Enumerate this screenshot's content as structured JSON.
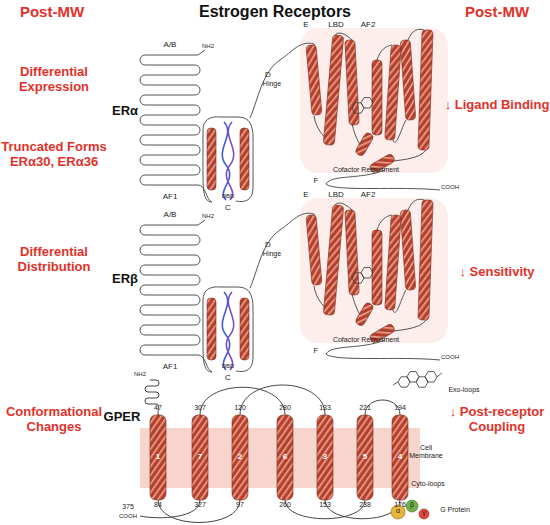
{
  "diagram": {
    "title": "Estrogen Receptors",
    "labels": [
      "Post-MW",
      "Post-MW",
      "Differential Expression",
      "Truncated Forms ERα30, ERα36",
      "ERα",
      "↓ Ligand Binding",
      "Differential Distribution",
      "ERβ",
      "↓ Sensitivity",
      "Conformational Changes",
      "GPER",
      "↓ Post-receptor Coupling",
      "A/B",
      "AF1",
      "C",
      "DBD",
      "D",
      "Hinge",
      "E",
      "LBD",
      "AF2",
      "F",
      "Cofactor Recruitment",
      "NH2",
      "COOH",
      "A/B",
      "AF1",
      "C",
      "DBD",
      "D",
      "Hinge",
      "E",
      "LBD",
      "AF2",
      "F",
      "Cofactor Recruitment",
      "NH2",
      "COOH",
      "NH2",
      "47",
      "307",
      "120",
      "280",
      "133",
      "221",
      "194",
      "1",
      "7",
      "2",
      "6",
      "3",
      "5",
      "4",
      "84",
      "327",
      "97",
      "260",
      "153",
      "238",
      "176",
      "375",
      "COOH",
      "Exo-loops",
      "Cell Membrane",
      "Cyto-loops",
      "α",
      "β",
      "γ",
      "G Protein"
    ]
  }
}
